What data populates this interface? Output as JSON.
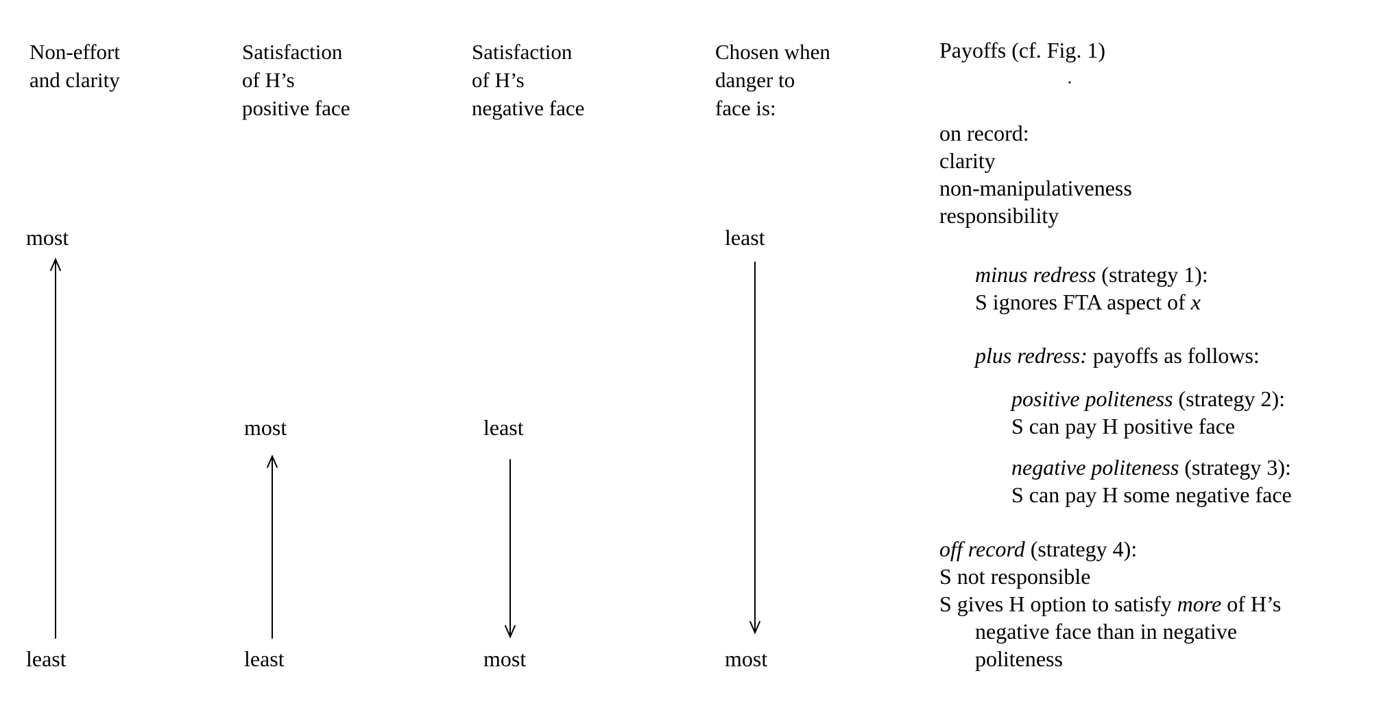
{
  "columns": [
    {
      "id": "non-effort",
      "heading": [
        "Non-effort",
        "and clarity"
      ],
      "top_label": "most",
      "bottom_label": "least",
      "arrow_direction": "up"
    },
    {
      "id": "positive-face",
      "heading": [
        "Satisfaction",
        "of H’s",
        "positive face"
      ],
      "top_label": "most",
      "bottom_label": "least",
      "arrow_direction": "up"
    },
    {
      "id": "negative-face",
      "heading": [
        "Satisfaction",
        "of H’s",
        "negative face"
      ],
      "top_label": "least",
      "bottom_label": "most",
      "arrow_direction": "down"
    },
    {
      "id": "danger",
      "heading": [
        "Chosen when",
        "danger to",
        "face is:"
      ],
      "top_label": "least",
      "bottom_label": "most",
      "arrow_direction": "down"
    }
  ],
  "payoffs": {
    "heading": "Payoffs (cf. Fig. 1)",
    "on_record": {
      "title": "on record:",
      "items": [
        "clarity",
        "non-manipulativeness",
        "responsibility"
      ]
    },
    "minus_redress": {
      "title": "minus redress",
      "strategy": " (strategy 1):",
      "desc_prefix": "S ignores FTA aspect of ",
      "desc_var": "x"
    },
    "plus_redress": {
      "title": "plus redress:",
      "desc": " payoffs as follows:"
    },
    "positive_politeness": {
      "title": "positive politeness",
      "strategy": " (strategy 2):",
      "desc": "S can pay H positive face"
    },
    "negative_politeness": {
      "title": "negative politeness",
      "strategy": " (strategy 3):",
      "desc": "S can pay H some negative face"
    },
    "off_record": {
      "title": "off record",
      "strategy": " (strategy 4):",
      "item1": "S not responsible",
      "item2_prefix": "S gives H option to satisfy ",
      "item2_em": "more",
      "item2_suffix": " of H’s",
      "item2_cont1": "negative face than in negative",
      "item2_cont2": "politeness"
    }
  }
}
